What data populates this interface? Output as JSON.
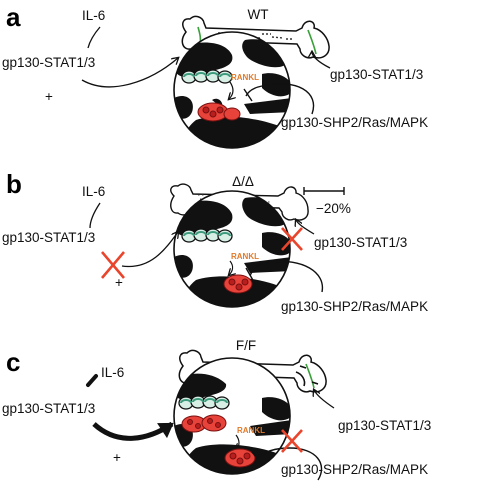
{
  "panels": [
    {
      "letter": "a",
      "genotype": "WT",
      "cytokine": "IL-6",
      "pathway_osteoblast": "gp130-STAT1/3",
      "plus_sign": "+",
      "pathway_bone": "gp130-STAT1/3",
      "pathway_osteoclast": "gp130-SHP2/Ras/MAPK",
      "rankl": "RANKL"
    },
    {
      "letter": "b",
      "genotype": "Δ/Δ",
      "cytokine": "IL-6",
      "pathway_osteoblast": "gp130-STAT1/3",
      "plus_sign": "+",
      "pathway_bone": "gp130-STAT1/3",
      "pathway_osteoclast": "gp130-SHP2/Ras/MAPK",
      "rankl": "RANKL",
      "bone_change": "−20%"
    },
    {
      "letter": "c",
      "genotype": "F/F",
      "cytokine": "IL-6",
      "pathway_osteoblast": "gp130-STAT1/3",
      "plus_sign": "+",
      "pathway_bone": "gp130-STAT1/3",
      "pathway_osteoclast": "gp130-SHP2/Ras/MAPK",
      "rankl": "RANKL"
    }
  ],
  "colors": {
    "blocked_mark": "#e8452c",
    "rankl_text": "#e07a2a",
    "osteoclast": "#e8433a",
    "osteoblast": "#3d9a7c",
    "growth_plate": "#3aa03a"
  }
}
